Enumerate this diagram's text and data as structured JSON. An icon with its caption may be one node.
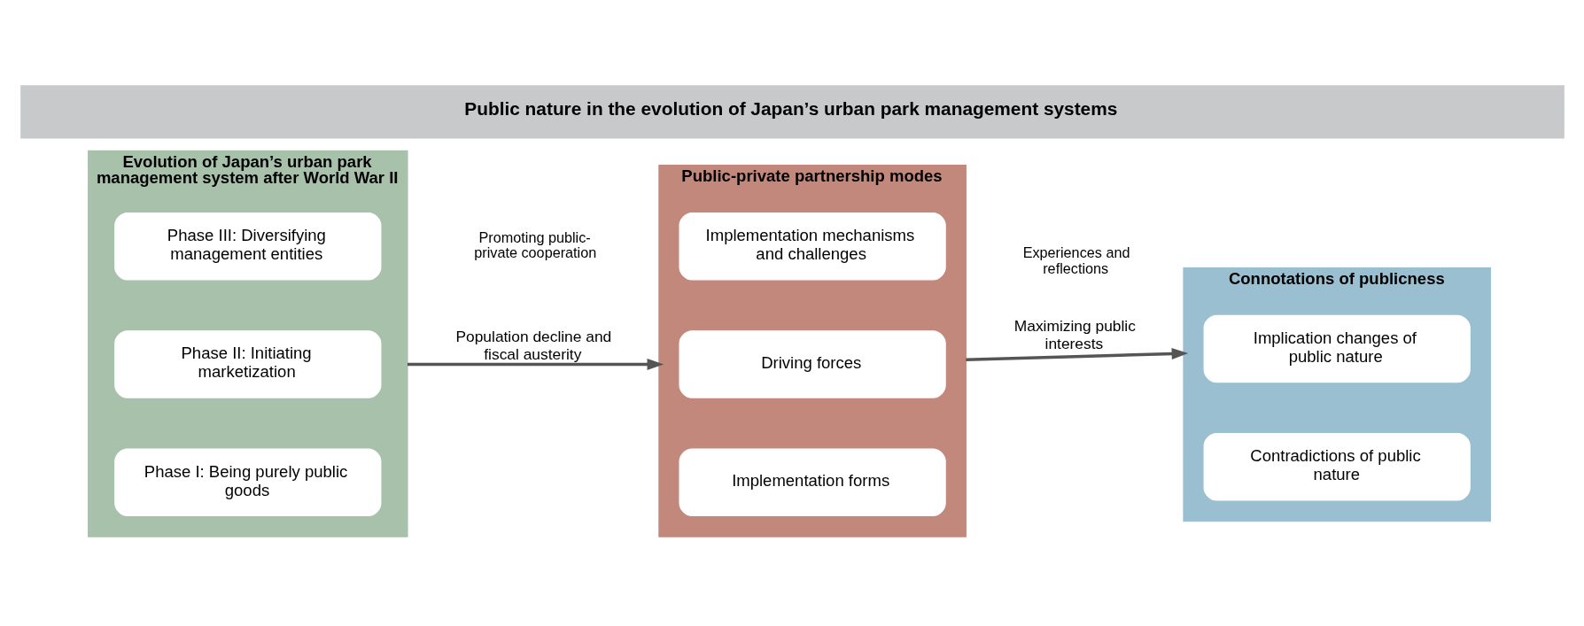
{
  "diagram": {
    "title": "Public nature in the evolution of Japan’s urban park management systems",
    "nodes": [
      {
        "text": [
          "Evolution of Japan’s urban park management system after World War II"
        ]
      },
      {
        "text": [
          "Phase I: Being purely public goods"
        ],
        "in": 0
      },
      {
        "text": [
          "Phase II: Initiating marketization"
        ],
        "in": 0
      },
      {
        "text": [
          "Phase III: Diversifying management entities"
        ],
        "in": 0
      },
      {
        "text": [
          "Public-private partnership modes"
        ]
      },
      {
        "text": [
          "Implementation forms"
        ],
        "in": 4
      },
      {
        "text": [
          "Driving forces"
        ],
        "in": 4
      },
      {
        "text": [
          "Implementation mechanisms and challenges"
        ],
        "in": 4
      },
      {
        "text": [
          "Connotations of publicness"
        ]
      },
      {
        "text": [
          "Contradictions of public nature"
        ],
        "in": 8
      },
      {
        "text": [
          "Implication changes of public nature"
        ],
        "in": 8
      }
    ],
    "edges": [
      {
        "from": 0,
        "to": 4,
        "arrow": "to",
        "label": "Population decline and fiscal austerity"
      },
      {
        "from": 4,
        "to": 8,
        "arrow": "to",
        "label": "Maximizing public interests"
      }
    ],
    "labels": [
      "Promoting public-private cooperation",
      "Experiences and reflections"
    ]
  }
}
